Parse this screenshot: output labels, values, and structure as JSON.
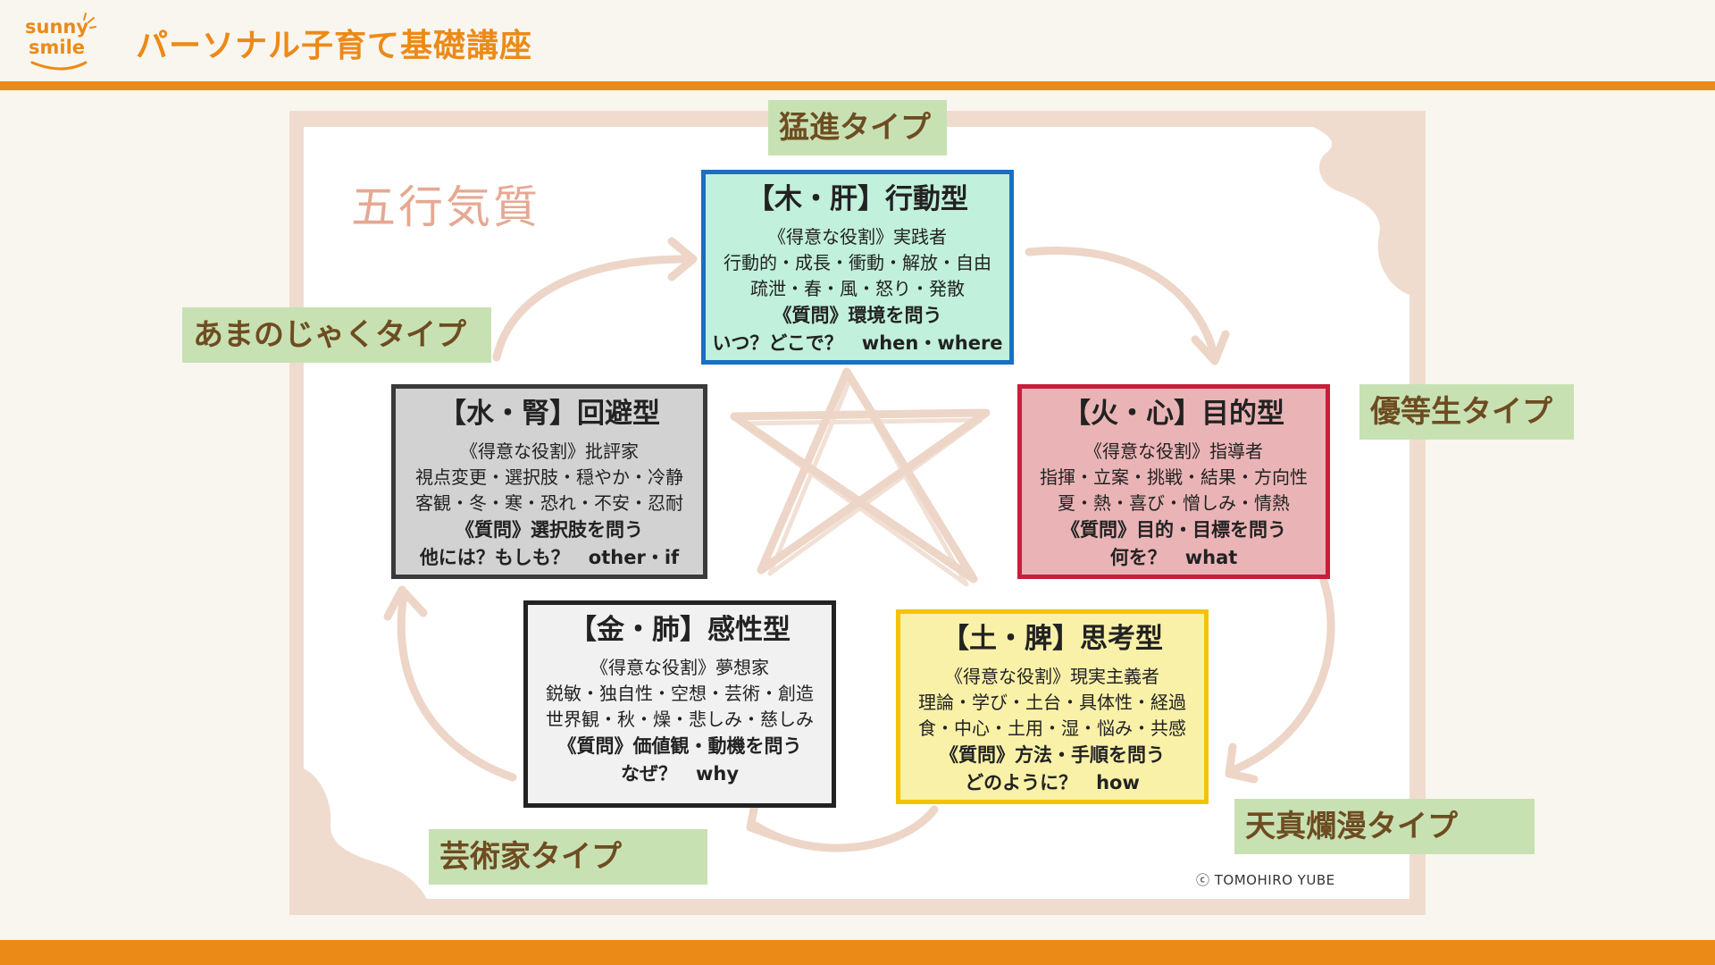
{
  "header": {
    "logo_line1": "sunny",
    "logo_line2": "smile",
    "title": "パーソナル子育て基礎講座"
  },
  "board": {
    "title": "五行気質",
    "copyright": "ⓒ TOMOHIRO YUBE"
  },
  "types": {
    "wood": "猛進タイプ",
    "fire": "優等生タイプ",
    "earth": "天真爛漫タイプ",
    "metal": "芸術家タイプ",
    "water": "あまのじゃくタイプ"
  },
  "elements": {
    "wood": {
      "title": "【木・肝】行動型",
      "role": "《得意な役割》実践者",
      "traits1": "行動的・成長・衝動・解放・自由",
      "traits2": "疏泄・春・風・怒り・発散",
      "question": "《質問》環境を問う",
      "keywords": "いつ？どこで？　when・where",
      "border": "#1a6fc0",
      "fill": "#c1f0dc"
    },
    "fire": {
      "title": "【火・心】目的型",
      "role": "《得意な役割》指導者",
      "traits1": "指揮・立案・挑戦・結果・方向性",
      "traits2": "夏・熱・喜び・憎しみ・情熱",
      "question": "《質問》目的・目標を問う",
      "keywords": "何を？　what",
      "border": "#c81e3c",
      "fill": "#eab4b6"
    },
    "earth": {
      "title": "【土・脾】思考型",
      "role": "《得意な役割》現実主義者",
      "traits1": "理論・学び・土台・具体性・経過",
      "traits2": "食・中心・土用・湿・悩み・共感",
      "question": "《質問》方法・手順を問う",
      "keywords": "どのように？　how",
      "border": "#f5c20a",
      "fill": "#f9f1a8"
    },
    "metal": {
      "title": "【金・肺】感性型",
      "role": "《得意な役割》夢想家",
      "traits1": "鋭敏・独自性・空想・芸術・創造",
      "traits2": "世界観・秋・燥・悲しみ・慈しみ",
      "question": "《質問》価値観・動機を問う",
      "keywords": "なぜ？　why",
      "border": "#222222",
      "fill": "#f1f1f1"
    },
    "water": {
      "title": "【水・腎】回避型",
      "role": "《得意な役割》批評家",
      "traits1": "視点変更・選択肢・穏やか・冷静",
      "traits2": "客観・冬・寒・恐れ・不安・忍耐",
      "question": "《質問》選択肢を問う",
      "keywords": "他には？もしも？　other・if",
      "border": "#3a3a3a",
      "fill": "#d2d2d2"
    }
  },
  "colors": {
    "accent": "#ec8a17",
    "label_bg": "#c8e1b3",
    "label_text": "#6e4c21",
    "arrow": "#edd5c7",
    "frame": "#f0dccf"
  }
}
